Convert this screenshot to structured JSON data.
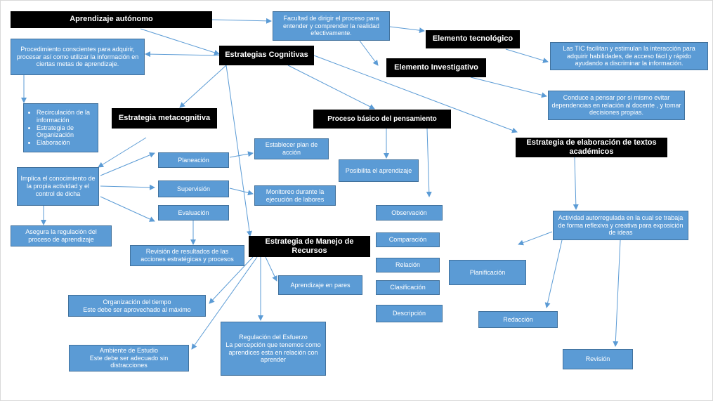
{
  "colors": {
    "accent": "#5b9bd5",
    "border": "#41719c",
    "title_bg": "#000000",
    "line": "#5b9bd5"
  },
  "nodes": {
    "aprendizaje_autonomo": "Aprendizaje autónomo",
    "facultad": "Facultad de dirigir el proceso para entender y comprender la realidad efectivamente.",
    "elemento_tecnologico": "Elemento tecnológico",
    "tic": "Las TIC facilitan y estimulan  la interacción para adquirir habilidades, de acceso fácil y rápido ayudando a discriminar la información.",
    "elemento_investigativo": "Elemento Investigativo",
    "conduce": "Conduce a pensar por si mismo evitar dependencias en relación al docente , y tomar decisiones propias.",
    "procedimiento": "Procedimiento conscientes para adquirir, procesar así como utilizar la información en ciertas metas de aprendizaje.",
    "estrategias_cognitivas": "Estrategias Cognitivas",
    "recirculacion_list": [
      "Recirculación de la información",
      "Estrategia de Organización",
      "Elaboración"
    ],
    "estrategia_metacognitiva": "Estrategia metacognitiva",
    "proceso_basico": "Proceso básico del pensamiento",
    "elaboracion_textos": "Estrategia de elaboración de textos académicos",
    "implica": "Implica el conocimiento de la propia actividad y el control de dicha",
    "planeacion": "Planeación",
    "establecer_plan": "Establecer plan de acción",
    "supervision": "Supervisión",
    "monitoreo": "Monitoreo durante la ejecución de labores",
    "evaluacion": "Evaluación",
    "asegura": "Asegura la regulación del proceso de aprendizaje",
    "revision_resultados": "Revisión de resultados de las acciones estratégicas y procesos",
    "posibilita": "Posibilita el aprendizaje",
    "observacion": "Observación",
    "comparacion": "Comparación",
    "relacion": "Relación",
    "clasificacion": "Clasificación",
    "descripcion": "Descripción",
    "actividad": "Actividad autorregulada  en la cual se trabaja de forma reflexiva y creativa para exposición de ideas",
    "planificacion": "Planificación",
    "redaccion": "Redacción",
    "revision": "Revisión",
    "manejo_recursos": "Estrategia de Manejo de Recursos",
    "aprendizaje_pares": "Aprendizaje en pares",
    "organizacion_tiempo": [
      "Organización del tiempo",
      "Este debe ser aprovechado al máximo"
    ],
    "regulacion_esfuerzo": [
      "Regulación del Esfuerzo",
      "La percepción que tenemos como aprendices esta en relación con aprender"
    ],
    "ambiente_estudio": [
      "Ambiente de Estudio",
      "Este debe ser adecuado sin distracciones"
    ]
  }
}
